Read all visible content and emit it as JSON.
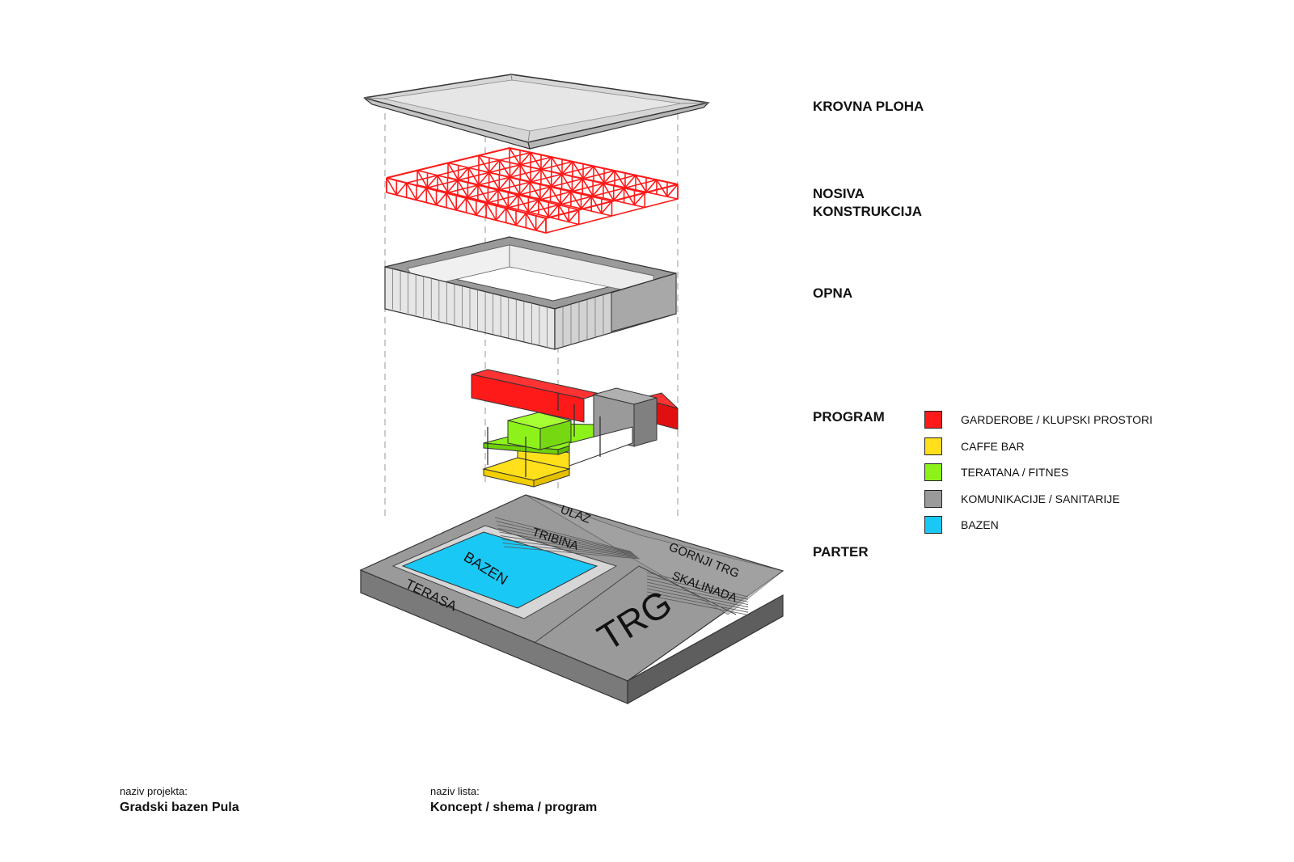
{
  "layers": {
    "roof": "KROVNA PLOHA",
    "structure": "NOSIVA\nKONSTRUKCIJA",
    "membrane": "OPNA",
    "program": "PROGRAM",
    "ground": "PARTER"
  },
  "legend": [
    {
      "label": "GARDEROBE / KLUPSKI PROSTORI",
      "color": "#ff1a1a"
    },
    {
      "label": "CAFFE BAR",
      "color": "#ffe01a"
    },
    {
      "label": "TERATANA / FITNES",
      "color": "#8cf21a"
    },
    {
      "label": "KOMUNIKACIJE / SANITARIJE",
      "color": "#9a9a9a"
    },
    {
      "label": "BAZEN",
      "color": "#1ac8f5"
    }
  ],
  "parter_labels": {
    "ulaz": "ULAZ",
    "tribina": "TRIBINA",
    "bazen": "BAZEN",
    "terasa": "TERASA",
    "gornji_trg": "GORNJI TRG",
    "skalinada": "SKALINADA",
    "trg": "TRG"
  },
  "footer": {
    "project_caption": "naziv projekta:",
    "project_name": "Gradski bazen Pula",
    "sheet_caption": "naziv lista:",
    "sheet_name": "Koncept / shema / program"
  }
}
